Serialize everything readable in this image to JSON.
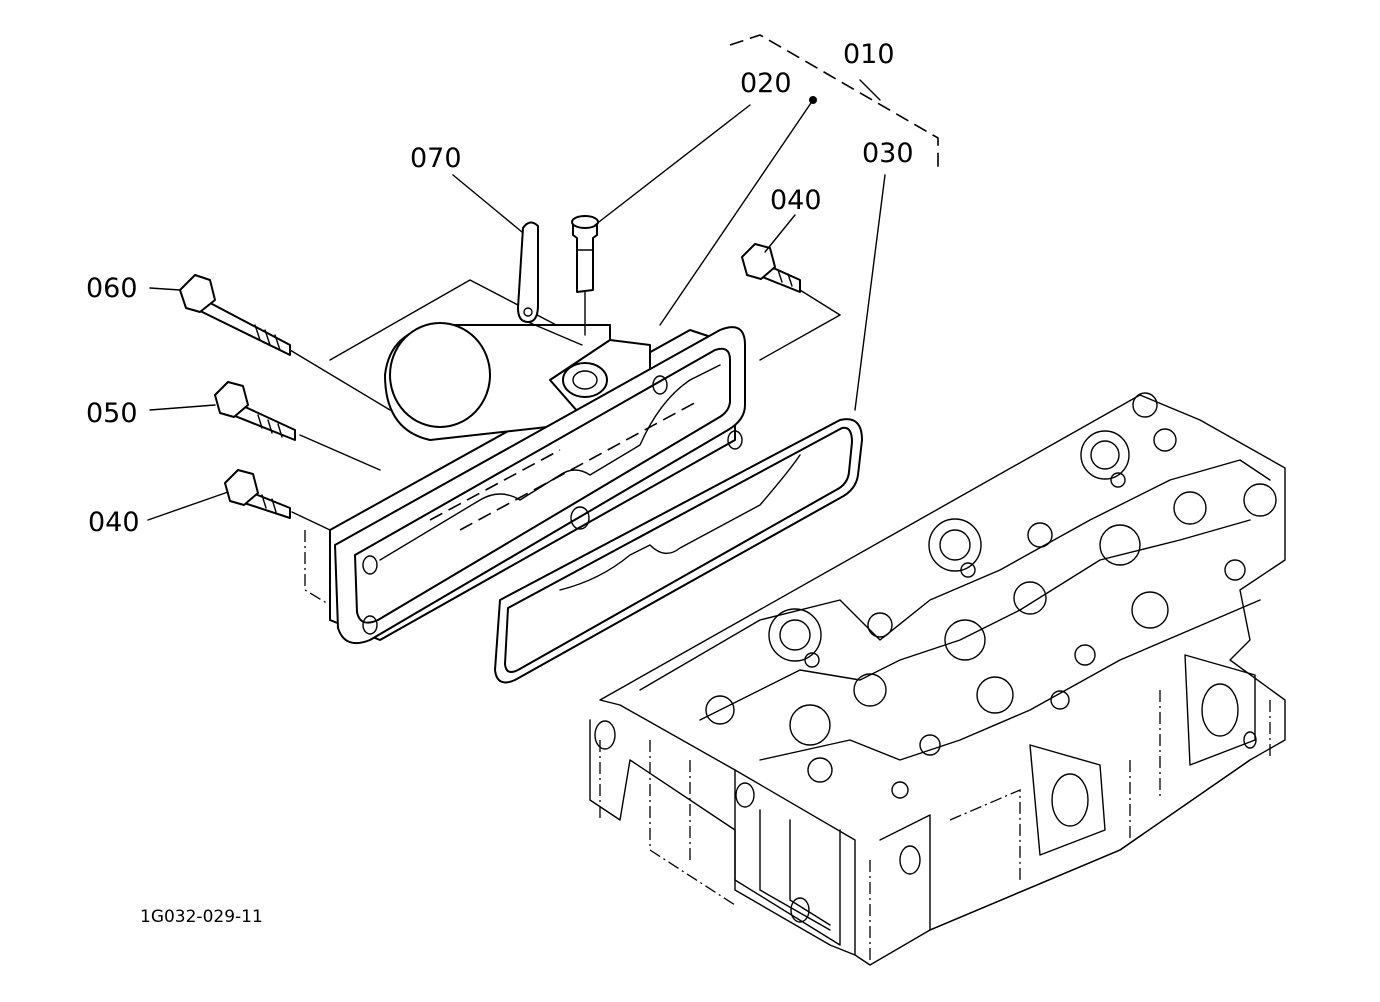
{
  "callouts": {
    "c010": "010",
    "c020": "020",
    "c030": "030",
    "c040_top": "040",
    "c040_bottom": "040",
    "c050": "050",
    "c060": "060",
    "c070": "070"
  },
  "drawing_code": "1G032-029-11"
}
